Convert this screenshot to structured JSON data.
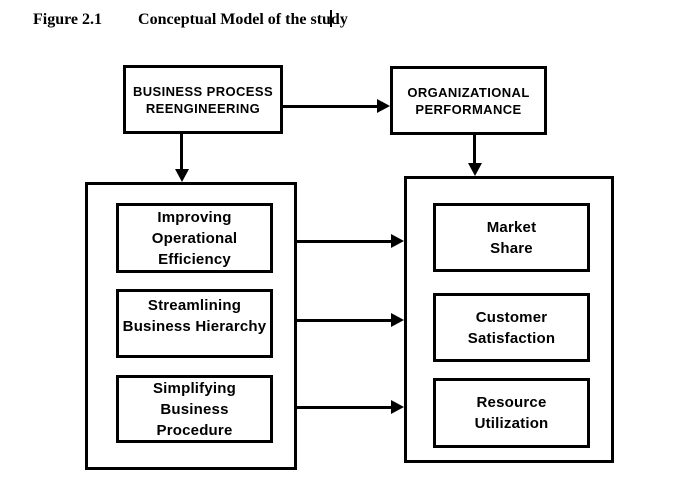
{
  "figure": {
    "label": "Figure 2.1",
    "caption_before_caret": "Conceptual Model of the stu",
    "caption_after_caret": "dy"
  },
  "nodes": {
    "bpr": {
      "lines": [
        "BUSINESS PROCESS",
        "REENGINEERING"
      ]
    },
    "op": {
      "lines": [
        "ORGANIZATIONAL",
        "PERFORMANCE"
      ]
    },
    "improving": {
      "lines": [
        "Improving",
        "Operational",
        "Efficiency"
      ]
    },
    "streamlining": {
      "lines": [
        "Streamlining",
        "Business Hierarchy"
      ]
    },
    "simplifying": {
      "lines": [
        "Simplifying Business",
        "Procedure"
      ]
    },
    "market": {
      "lines": [
        "Market",
        "Share"
      ]
    },
    "customer": {
      "lines": [
        "Customer",
        "Satisfaction"
      ]
    },
    "resource": {
      "lines": [
        "Resource",
        "Utilization"
      ]
    }
  },
  "colors": {
    "line": "#000000",
    "background": "#ffffff",
    "text": "#000000"
  }
}
